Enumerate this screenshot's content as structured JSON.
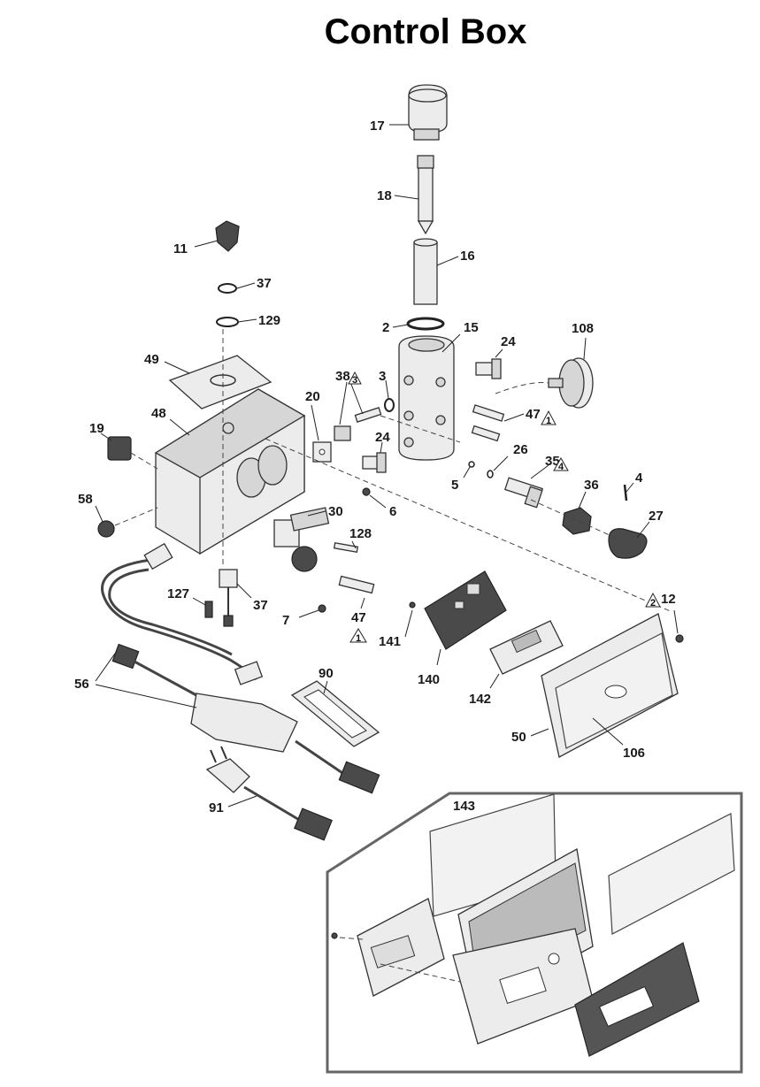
{
  "title": "Control Box",
  "labels": {
    "p17": "17",
    "p18": "18",
    "p16": "16",
    "p2": "2",
    "p15": "15",
    "p108": "108",
    "p24a": "24",
    "p24b": "24",
    "p11": "11",
    "p37a": "37",
    "p129": "129",
    "p49": "49",
    "p38": "38",
    "p3": "3",
    "p47a": "47",
    "p20": "20",
    "p48": "48",
    "p19": "19",
    "p26": "26",
    "p35": "35",
    "p5": "5",
    "p4": "4",
    "p36": "36",
    "p6": "6",
    "p27": "27",
    "p58": "58",
    "p30": "30",
    "p128": "128",
    "p127": "127",
    "p37b": "37",
    "p7": "7",
    "p47b": "47",
    "p141": "141",
    "p140": "140",
    "p12": "12",
    "p56": "56",
    "p90": "90",
    "p142": "142",
    "p50": "50",
    "p106": "106",
    "p91": "91",
    "p143": "143"
  },
  "notes": {
    "n38": "3",
    "n47a": "1",
    "n35": "4",
    "n47b": "1",
    "n12": "2"
  },
  "colors": {
    "outline": "#333333",
    "fill": "#ececec",
    "dark": "#4a4a4a",
    "frame": "#555555"
  }
}
